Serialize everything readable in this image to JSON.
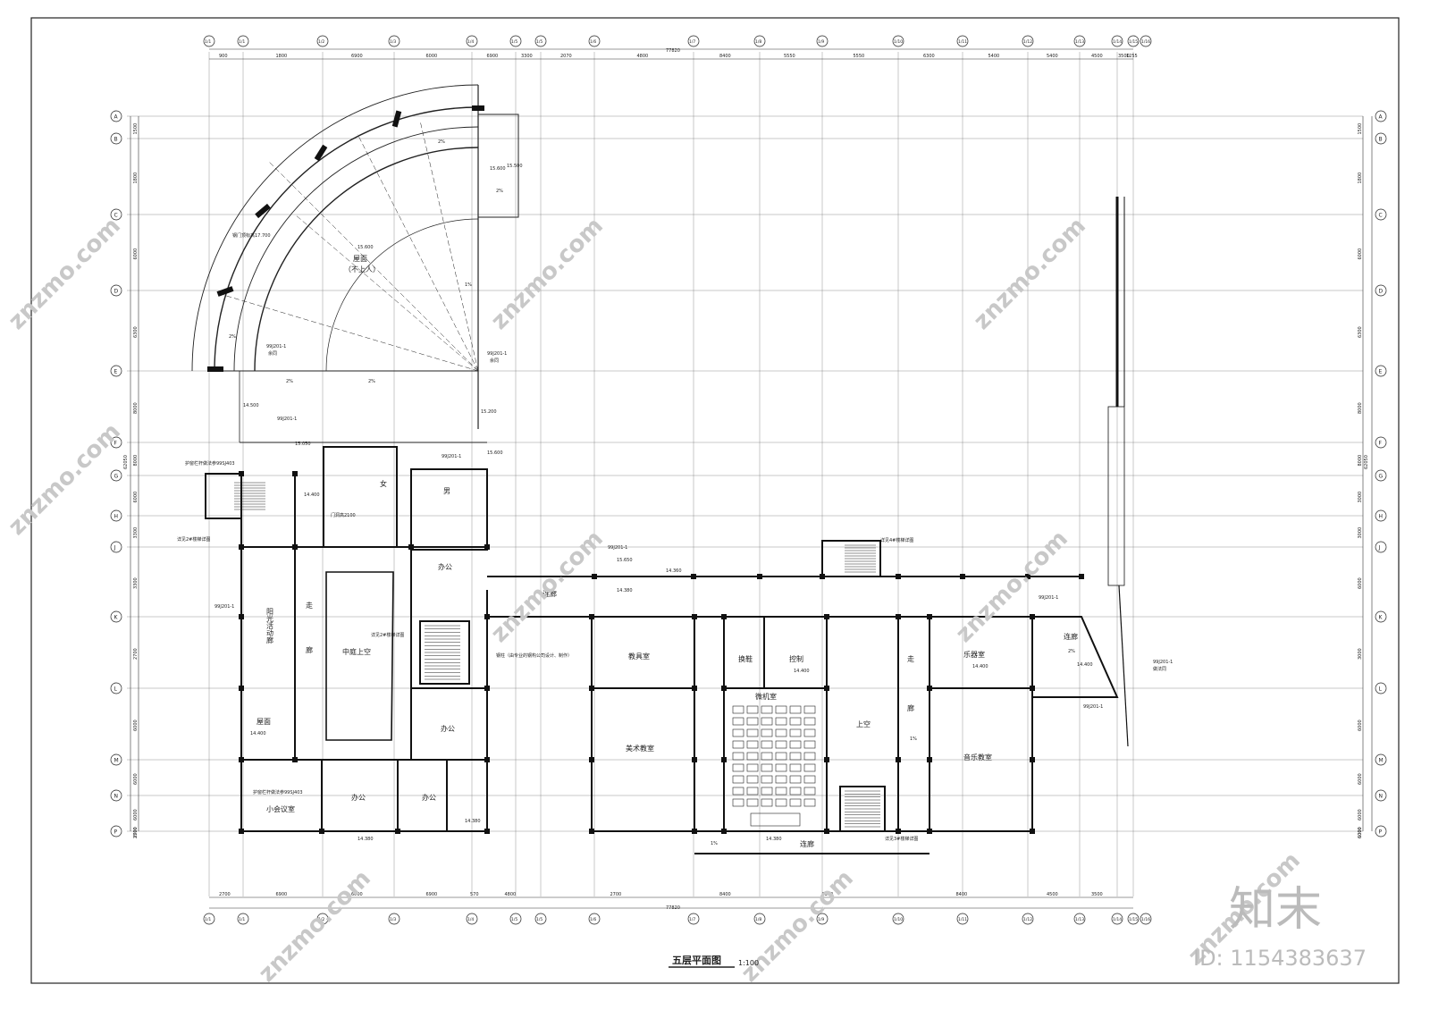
{
  "drawing": {
    "title": "五层平面图",
    "scale": "1:100",
    "total_width_dim": "77820",
    "total_height_dim": "62050"
  },
  "top_dims": [
    "900",
    "1800",
    "6900",
    "6000",
    "6900",
    "3300",
    "2070",
    "4800",
    "8400",
    "5550",
    "5550",
    "6300",
    "5400",
    "5400",
    "4500",
    "3500",
    "1255"
  ],
  "bottom_dims": [
    "2700",
    "6900",
    "6000",
    "6900",
    "570",
    "4800",
    "2700",
    "8400",
    "6300",
    "8400",
    "4500",
    "3500"
  ],
  "left_dims": [
    "1500",
    "1800",
    "6000",
    "6300",
    "8000",
    "8000",
    "6000",
    "3300",
    "3300",
    "2700",
    "6000",
    "6000",
    "6000",
    "3500",
    "2700"
  ],
  "right_dims": [
    "1500",
    "1800",
    "6000",
    "6300",
    "8000",
    "8000",
    "3000",
    "3000",
    "6000",
    "3000",
    "6000",
    "6000",
    "6000",
    "6000",
    "6000"
  ],
  "axes_top": [
    "1/1",
    "1/1",
    "1/2",
    "1/3",
    "1/4",
    "1/5",
    "1/5",
    "1/6",
    "1/7",
    "1/8",
    "1/9",
    "1/10",
    "1/11",
    "1/12",
    "1/13",
    "1/14",
    "1/15",
    "1/16"
  ],
  "axes_left": [
    "A",
    "B",
    "C",
    "D",
    "E",
    "F",
    "G",
    "H",
    "J",
    "K",
    "L",
    "M",
    "N",
    "P"
  ],
  "rooms": {
    "roof": "屋面",
    "roof_note": "（不上人）",
    "atrium": "中庭上空",
    "corridor_v": "走",
    "corridor_v2": "廊",
    "sun": "阳光活动廊",
    "office1": "办公",
    "office2": "办公",
    "office3": "办公",
    "office4": "办公",
    "meeting": "小会议室",
    "tools": "教具室",
    "art": "美术教室",
    "shoes": "换鞋",
    "control": "控制",
    "computer": "微机室",
    "void": "上空",
    "music_room": "乐器室",
    "music_class": "音乐教室",
    "link": "连廊",
    "link2": "连廊",
    "link3": "连廊",
    "male": "男",
    "female": "女",
    "roof2": "屋面"
  },
  "levels": [
    "15.600",
    "15.600",
    "15.500",
    "14.500",
    "15.200",
    "15.050",
    "15.600",
    "14.400",
    "14.380",
    "14.360",
    "15.650",
    "14.400",
    "14.400",
    "14.400",
    "14.380",
    "14.400",
    "14.380",
    "14.380"
  ],
  "notes": [
    "99J201-1",
    "详见2#楼梯详图",
    "详见4#楼梯详图",
    "详见3#楼梯详图",
    "钢柱（由专业的钢构公司设计、制作）",
    "护窗栏杆做法参99SJ403",
    "门洞高2100",
    "钢门顶标高17.700",
    "做法同",
    "余同"
  ],
  "slopes": [
    "2%",
    "2%",
    "2%",
    "2%",
    "1%",
    "1%",
    "1%",
    "2%",
    "2%"
  ],
  "watermark": {
    "text": "znzmo.com",
    "brand_cn": "知末",
    "brand_id": "ID: 1154383637"
  },
  "colors": {
    "line": "#222222",
    "grid": "#666666",
    "watermark": "#c8c8c8"
  }
}
